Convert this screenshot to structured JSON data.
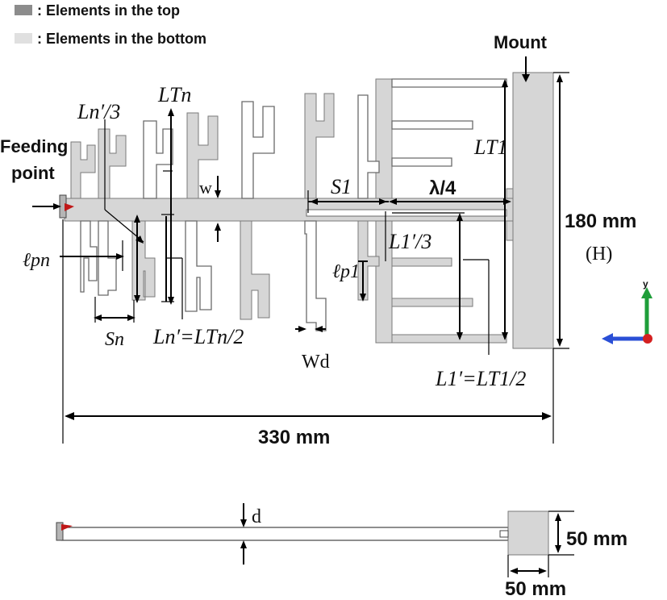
{
  "legend": {
    "top_label": ": Elements in the top",
    "bottom_label": ": Elements in the bottom",
    "top_color": "#8c8c8c",
    "bottom_color": "#e0e0e0"
  },
  "colors": {
    "substrate": "#d6d6d6",
    "feed_marker": "#c01818",
    "axis_y": "#1f9e3a",
    "axis_x": "#2a4fd6",
    "axis_origin": "#d42020"
  },
  "labels": {
    "mount": "Mount",
    "feeding": "Feeding",
    "point": "point",
    "ln_third": "Ln′/3",
    "ltn": "LTn",
    "lt1": "LT1",
    "w": "w",
    "s1": "S1",
    "lambda": "λ/4",
    "height_mm": "180 mm",
    "height_tag": "(H)",
    "l1_third": "L1′/3",
    "lpn": "ℓpn",
    "lp1": "ℓp1",
    "sn": "Sn",
    "ln_eq": "Ln′=LTn/2",
    "wd": "Wd",
    "l1_eq": "L1′=LT1/2",
    "width_mm": "330 mm",
    "d": "d",
    "thick_mm": "50 mm",
    "depth_mm": "50 mm",
    "axis_y": "y"
  }
}
